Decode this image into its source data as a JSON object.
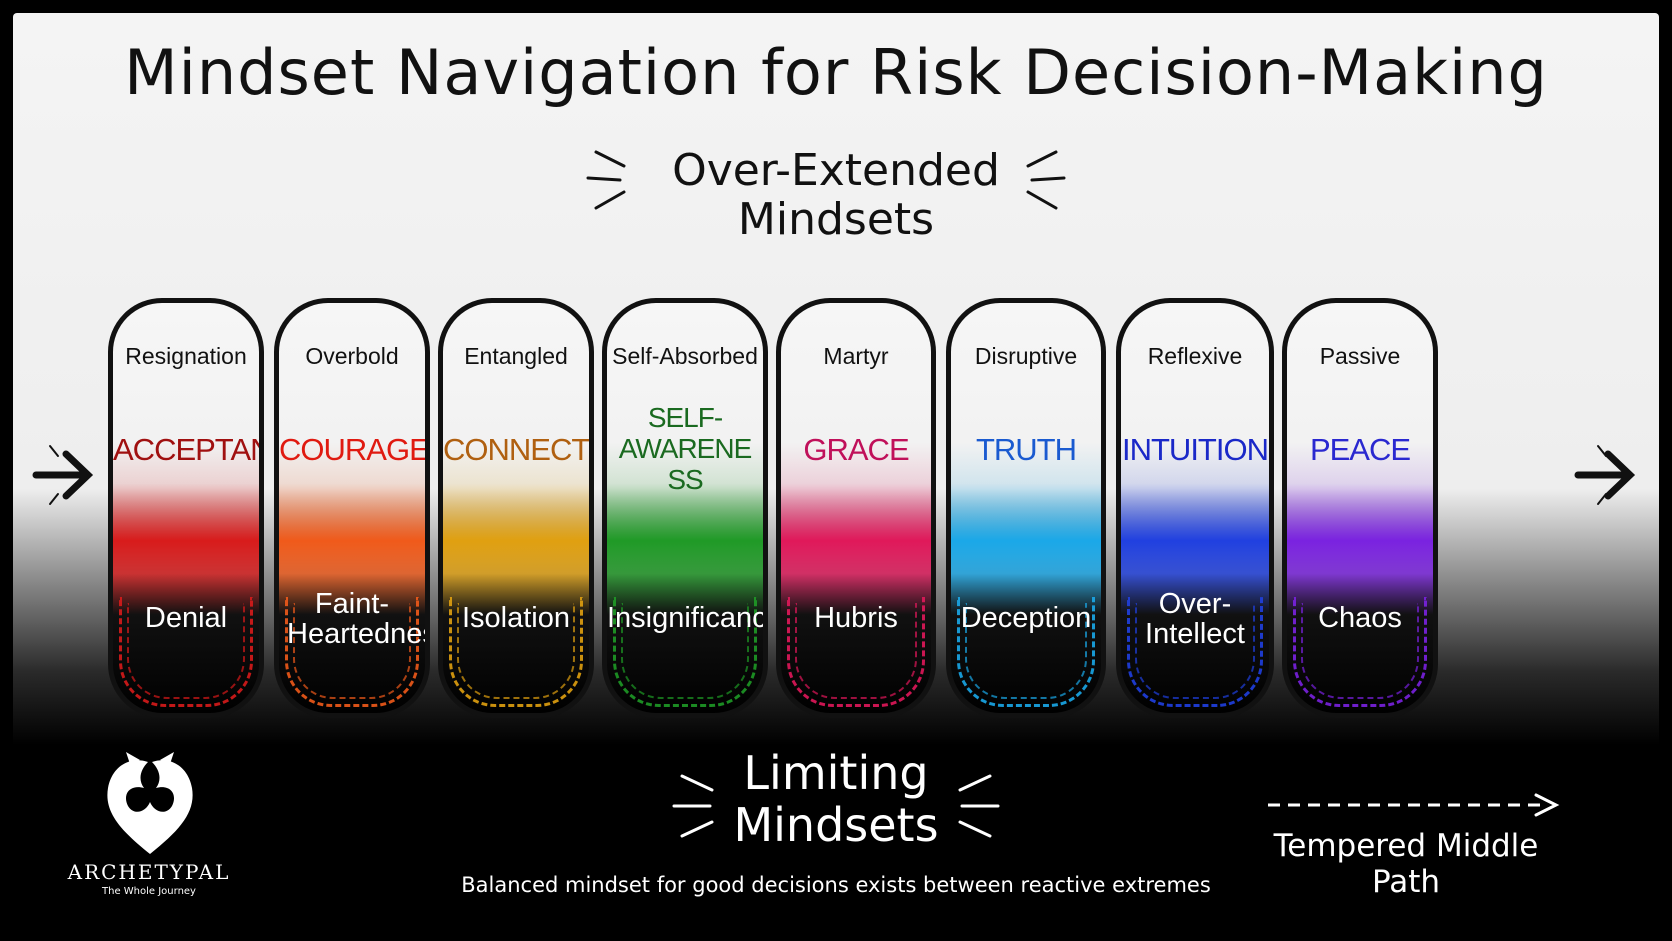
{
  "title": "Mindset Navigation for Risk Decision-Making",
  "over_heading": {
    "line1": "Over-Extended",
    "line2": "Mindsets"
  },
  "limit_heading": {
    "line1": "Limiting",
    "line2": "Mindsets"
  },
  "footnote": "Balanced mindset for good decisions exists between reactive extremes",
  "path_label": "Tempered Middle Path",
  "logo": {
    "name": "ARCHETYPAL",
    "tagline": "The Whole Journey",
    "icon": "dragon-icon"
  },
  "colors": {
    "red": "#d81b1b",
    "orange": "#f05a1a",
    "amber": "#e0a010",
    "green": "#1f9a26",
    "pink": "#e0185a",
    "blue": "#1aa8e8",
    "indigo": "#2040e0",
    "violet": "#7a22e0"
  },
  "cards": [
    {
      "top": "Resignation",
      "virtue": "ACCEPTANCE",
      "bottom": "Denial",
      "color": "#d81b1b",
      "virtue_color": "#a01010"
    },
    {
      "top": "Overbold",
      "virtue": "COURAGE",
      "bottom": "Faint-Heartedness",
      "color": "#f05a1a",
      "virtue_color": "#e01a10"
    },
    {
      "top": "Entangled",
      "virtue": "CONNECTION",
      "bottom": "Isolation",
      "color": "#e0a010",
      "virtue_color": "#b06010"
    },
    {
      "top": "Self-Absorbed",
      "virtue": "SELF-AWARENESS",
      "bottom": "Insignificance",
      "color": "#1f9a26",
      "virtue_color": "#1a6a20"
    },
    {
      "top": "Martyr",
      "virtue": "GRACE",
      "bottom": "Hubris",
      "color": "#e0185a",
      "virtue_color": "#c0105a"
    },
    {
      "top": "Disruptive",
      "virtue": "TRUTH",
      "bottom": "Deception",
      "color": "#1aa8e8",
      "virtue_color": "#1a5ad0"
    },
    {
      "top": "Reflexive",
      "virtue": "INTUITION",
      "bottom": "Over-Intellect",
      "color": "#2040e0",
      "virtue_color": "#1a28c8"
    },
    {
      "top": "Passive",
      "virtue": "PEACE",
      "bottom": "Chaos",
      "color": "#7a22e0",
      "virtue_color": "#2a28d0"
    }
  ]
}
